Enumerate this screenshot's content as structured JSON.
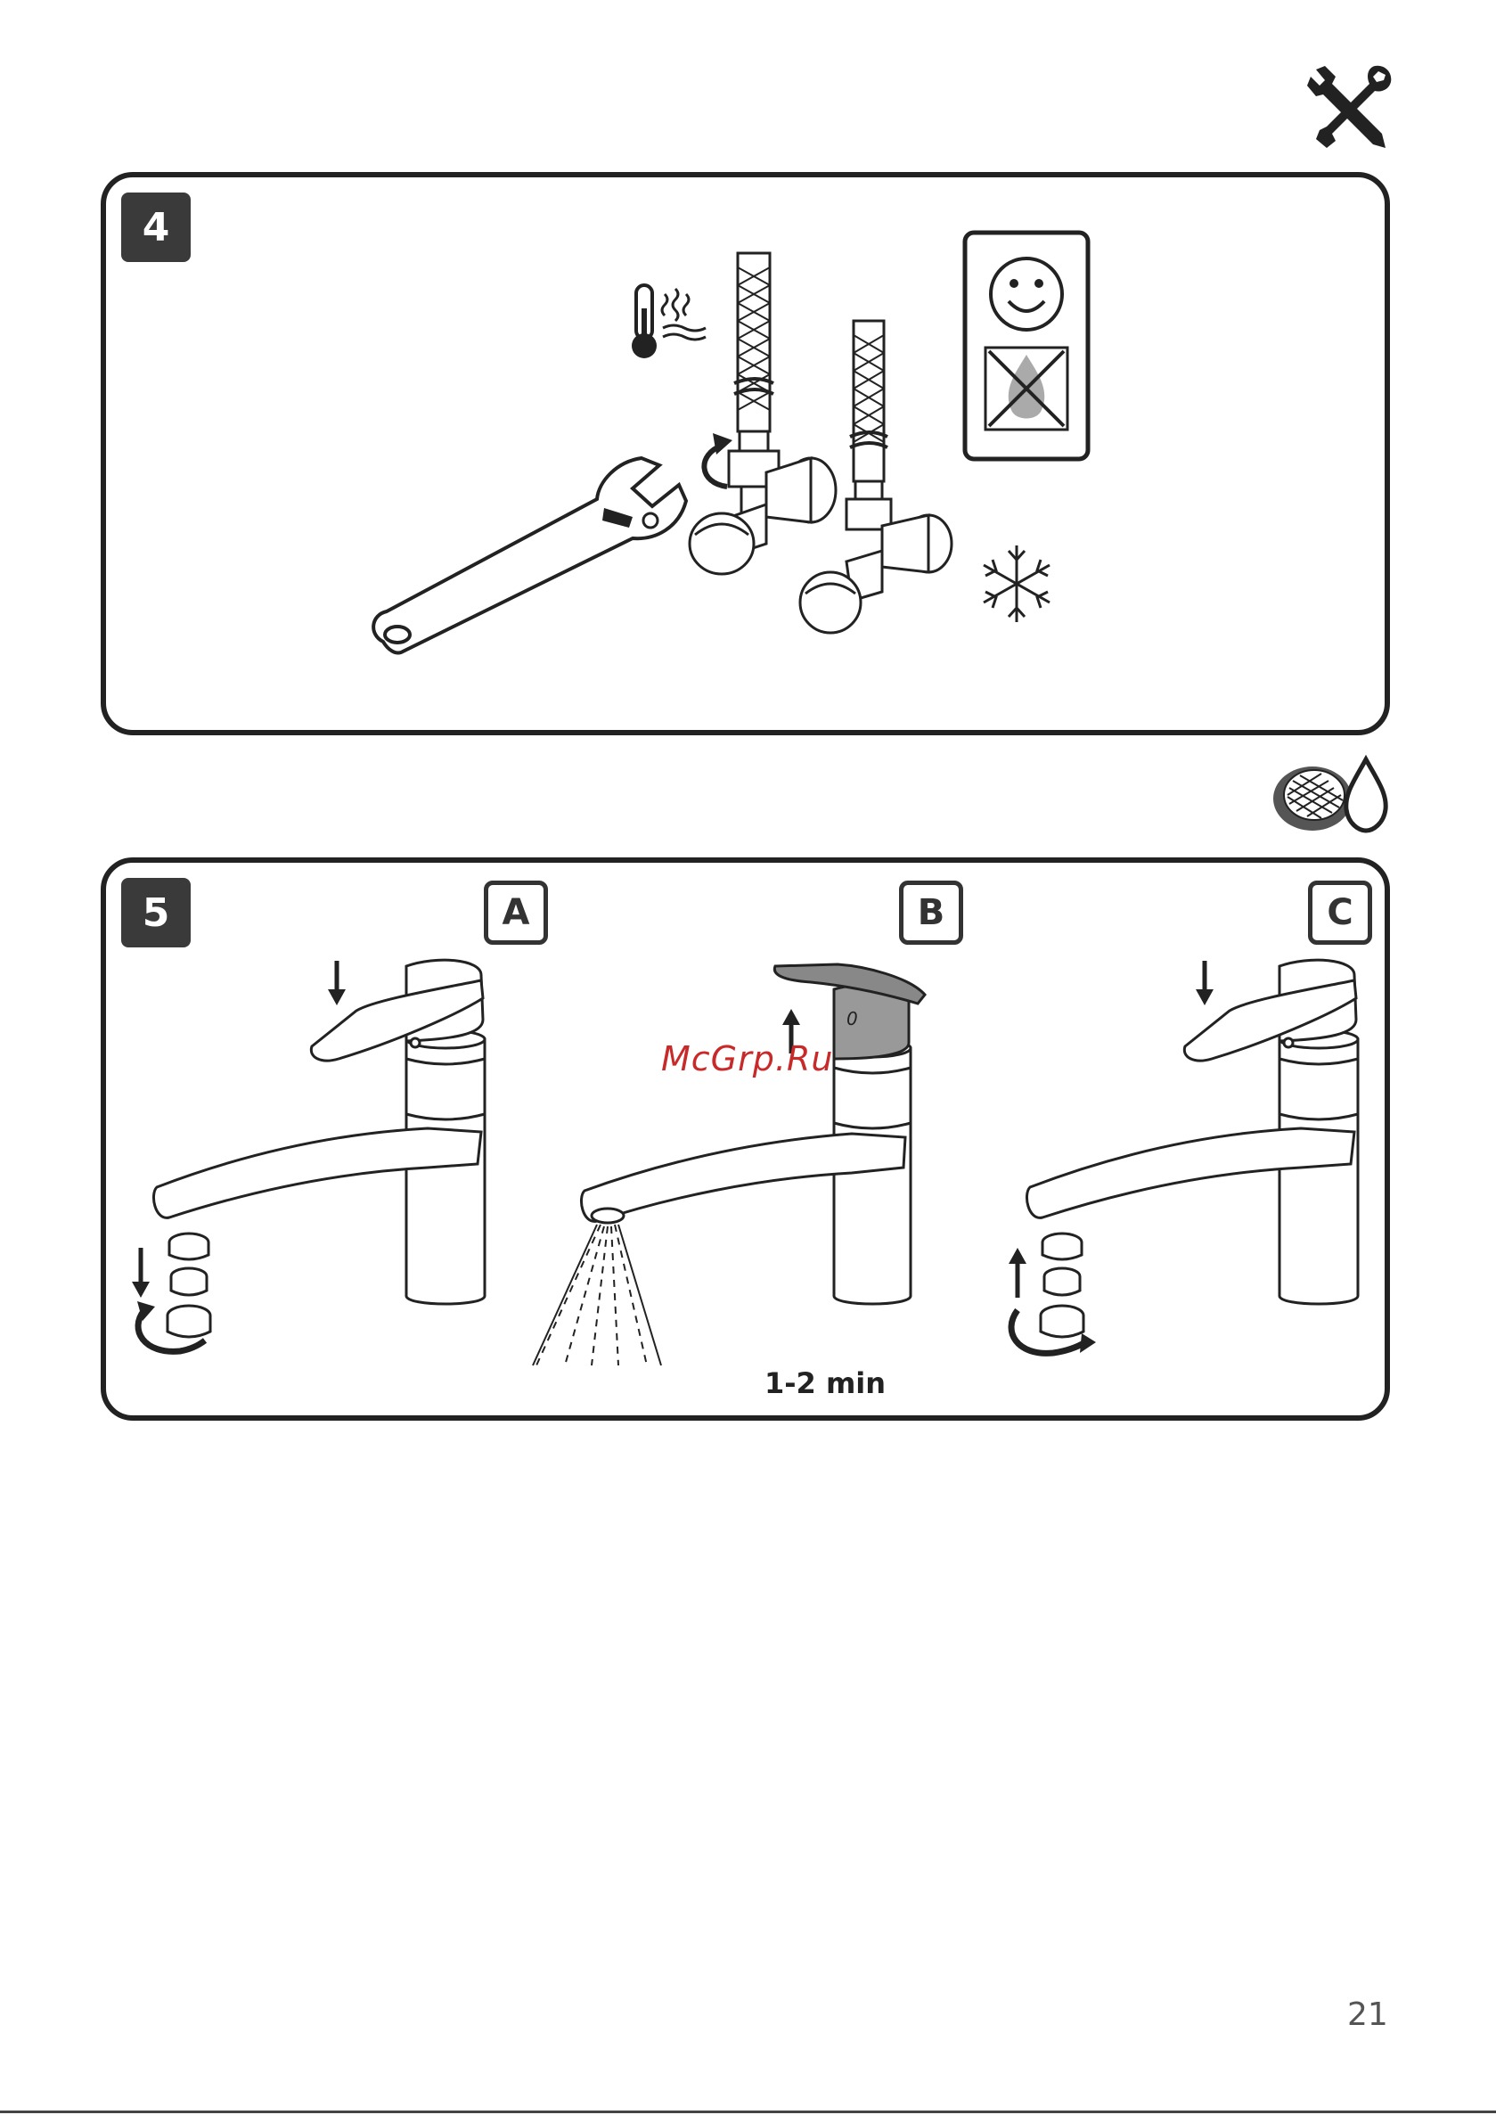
{
  "steps": {
    "step4": {
      "number": "4"
    },
    "step5": {
      "number": "5",
      "sub_a": "A",
      "sub_b": "B",
      "sub_c": "C",
      "duration": "1-2 min"
    }
  },
  "watermark": "McGrp.Ru",
  "page_number": "21",
  "icons": {
    "tools": "wrench-screwdriver-icon",
    "filter": "filter-water-drop-icon",
    "thermometer": "hot-thermometer-icon",
    "snowflake": "cold-snowflake-icon",
    "smiley": "smiley-icon",
    "no_flame": "no-flame-icon"
  },
  "colors": {
    "line": "#222222",
    "badge": "#3a3a3a",
    "watermark": "#c82a2a"
  }
}
